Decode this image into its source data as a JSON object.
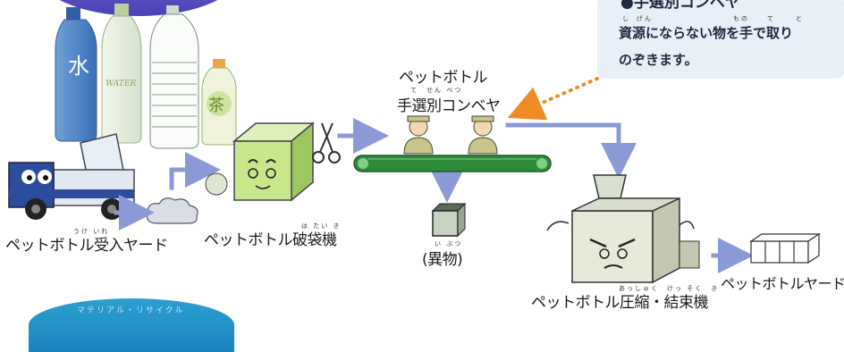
{
  "callout": {
    "title": "●手選別コンベヤ",
    "line1": "資源にならない物を手で取り",
    "line2": "のぞきます。",
    "ruby": [
      "し",
      "げん",
      "もの",
      "て",
      "と"
    ]
  },
  "labels": {
    "receiving_yard": "ペットボトル受入ヤード",
    "receiving_ruby": "うけ いれ",
    "bag_breaker": "ペットボトル破袋機",
    "bag_breaker_ruby": "は たい き",
    "conveyor_line1": "ペットボトル",
    "conveyor_line2": "手選別コンベヤ",
    "conveyor_ruby": "て　せん べつ",
    "foreign_matter": "(異物)",
    "foreign_ruby": "い ぶつ",
    "compressor": "ペットボトル圧縮・結束機",
    "compressor_ruby": "あっしゅく　けっ そく　き",
    "bottle_yard": "ペットボトルヤード"
  },
  "bottle_labels": {
    "water_kanji": "水",
    "water_text": "WATER",
    "tea_kanji": "茶"
  },
  "bottom_band_text": "マテリアル・リサイクル",
  "colors": {
    "arrow": "#8b9ad6",
    "callout_bg": "#e9eff6",
    "conveyor": "#2e8b3a",
    "dotted_arrow": "#f08a24",
    "top_band": "#5247bd",
    "bottom_band": "#2493c8"
  }
}
